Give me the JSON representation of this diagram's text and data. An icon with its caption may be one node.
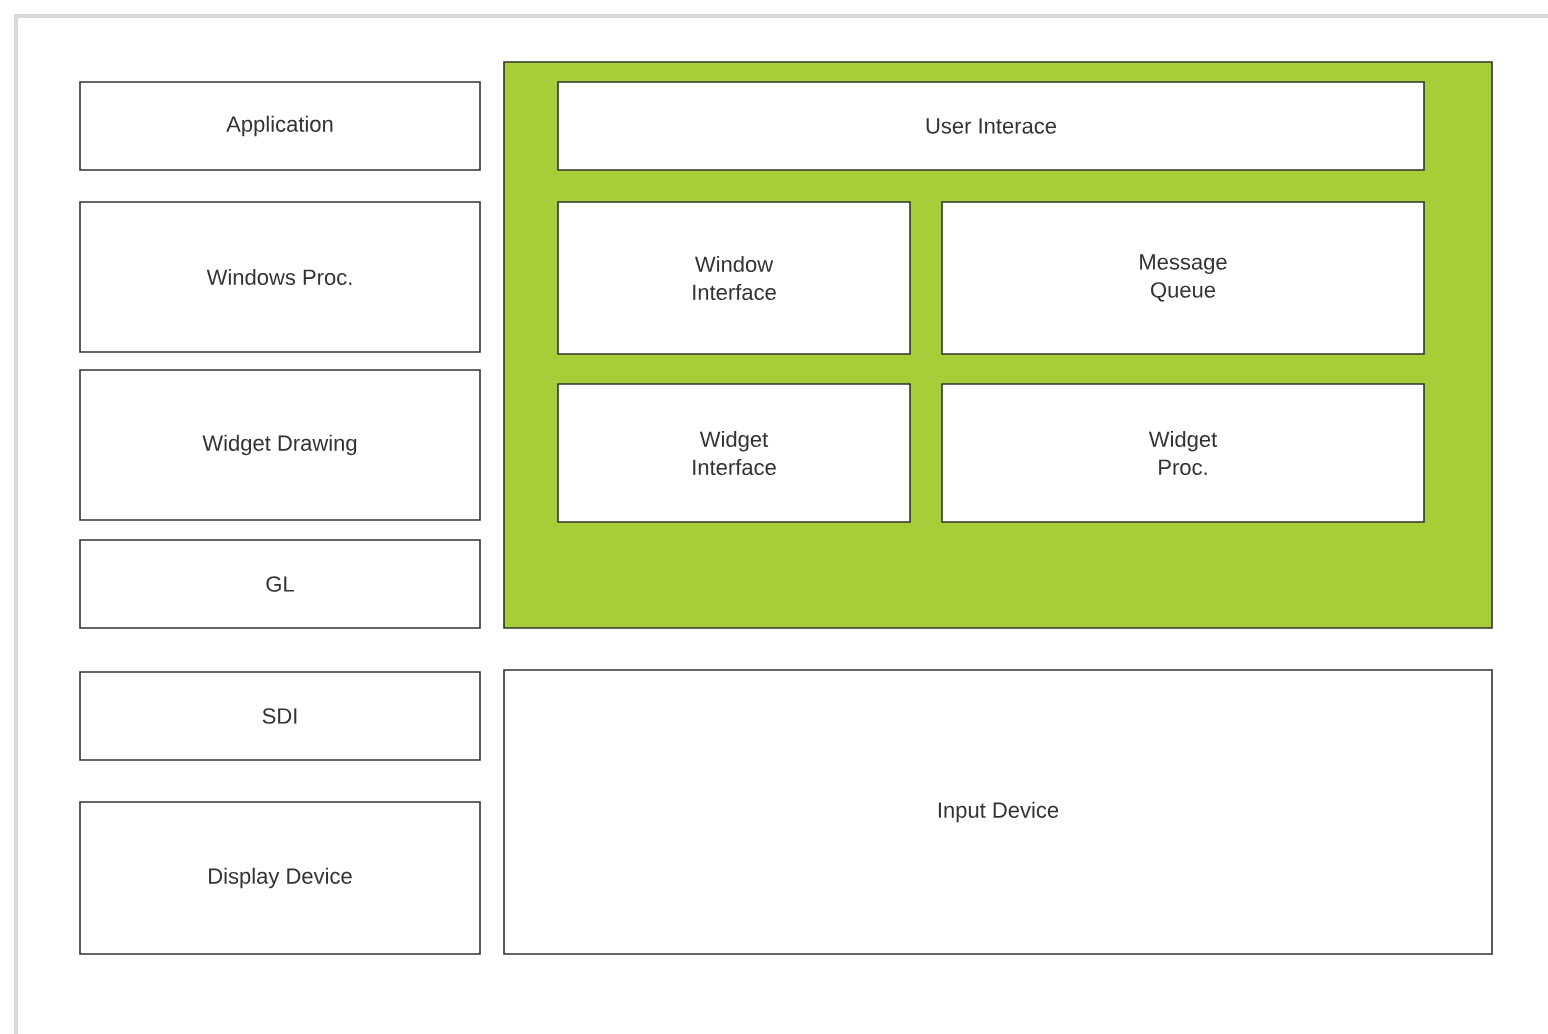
{
  "diagram": {
    "nodes": [
      {
        "text": [
          "Application"
        ]
      },
      {
        "text": [
          "Windows Proc."
        ]
      },
      {
        "text": [
          "Widget Drawing"
        ]
      },
      {
        "text": [
          "GL"
        ]
      },
      {
        "text": [],
        "shape": "box"
      },
      {
        "text": [
          "User Interace"
        ],
        "in": 4
      },
      {
        "text": [
          "Window Interface"
        ],
        "in": 4
      },
      {
        "text": [
          "Message Queue"
        ],
        "in": 4
      },
      {
        "text": [
          "Widget Interface"
        ],
        "in": 4
      },
      {
        "text": [
          "Widget Proc."
        ],
        "in": 4
      },
      {
        "text": [
          "SDI"
        ]
      },
      {
        "text": [
          "Display Device"
        ]
      },
      {
        "text": [
          "Input Device"
        ]
      }
    ]
  }
}
